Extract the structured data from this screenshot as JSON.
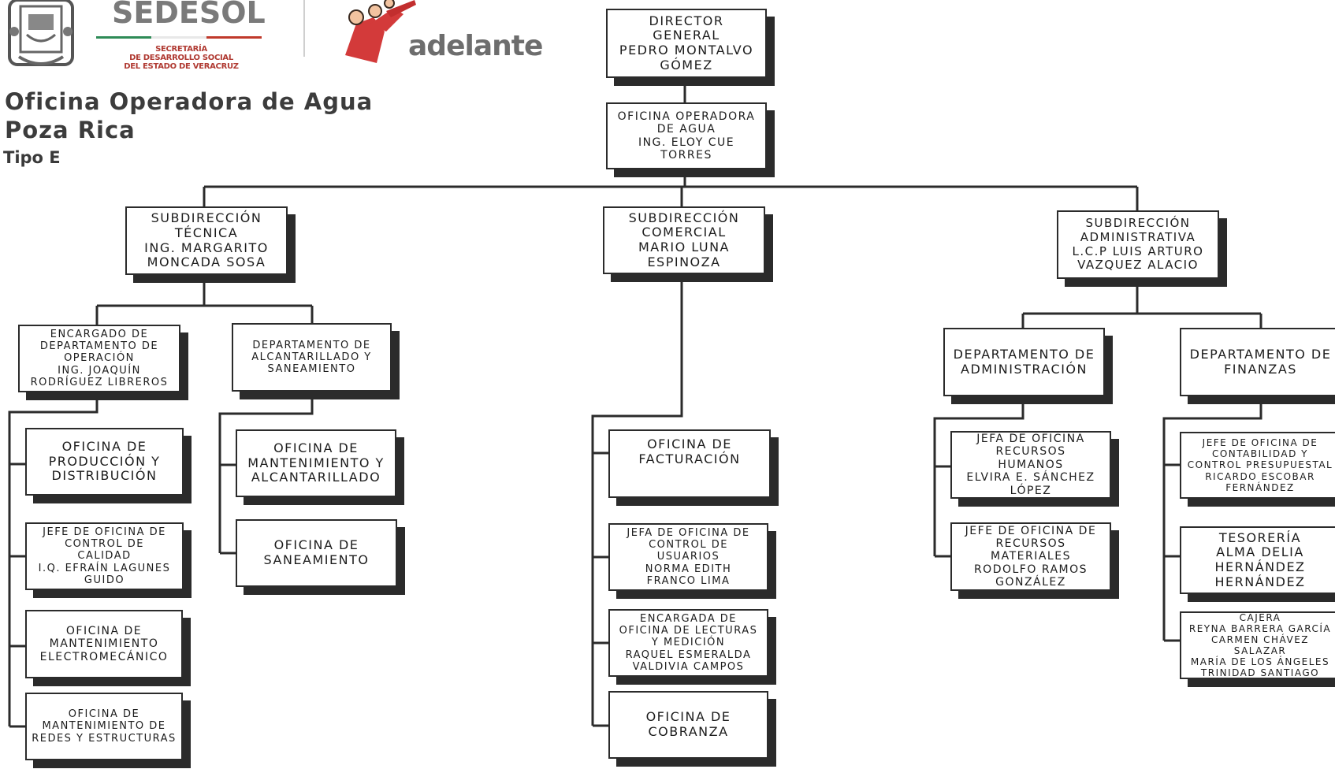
{
  "header": {
    "title_line1": "Oficina Operadora de Agua",
    "title_line2": "Poza Rica",
    "title_line3": "Tipo E",
    "logos": {
      "seal_icon": "veracruz-state-seal-icon",
      "sedesol": "SEDESOL",
      "sedesol_subtitle": "SECRETARÍA\nDE DESARROLLO SOCIAL\nDEL ESTADO DE VERACRUZ",
      "adelante": "adelante",
      "adelante_icon": "adelante-figures-icon"
    }
  },
  "colors": {
    "line": "#2b2b2b",
    "shadow": "#2b2b2b",
    "title": "#3c3c3c",
    "sedesol_red": "#c0392b",
    "adelante_red": "#d33a3a",
    "green": "#2e8b57"
  },
  "org": {
    "director": "DIRECTOR\nGENERAL\nPEDRO MONTALVO\nGÓMEZ",
    "oficina_operadora": "OFICINA OPERADORA\nDE AGUA\nING. ELOY CUE\nTORRES",
    "sub_tecnica": "SUBDIRECCIÓN\nTÉCNICA\nING. MARGARITO\nMONCADA SOSA",
    "sub_comercial": "SUBDIRECCIÓN\nCOMERCIAL\nMARIO LUNA\nESPINOZA",
    "sub_administrativa": "SUBDIRECCIÓN\nADMINISTRATIVA\nL.C.P LUIS ARTURO\nVAZQUEZ ALACIO",
    "enc_operacion": "ENCARGADO DE\nDEPARTAMENTO DE\nOPERACIÓN\nING. JOAQUÍN\nRODRÍGUEZ LIBREROS",
    "dep_alcantarillado": "DEPARTAMENTO DE\nALCANTARILLADO Y\nSANEAMIENTO",
    "of_produccion": "OFICINA DE\nPRODUCCIÓN Y\nDISTRIBUCIÓN",
    "jefe_calidad": "JEFE DE OFICINA DE\nCONTROL DE\nCALIDAD\nI.Q. EFRAÍN LAGUNES\nGUIDO",
    "of_electromecanico": "OFICINA DE\nMANTENIMIENTO\nELECTROMECÁNICO",
    "of_redes": "OFICINA DE\nMANTENIMIENTO DE\nREDES Y ESTRUCTURAS",
    "of_mant_alcantarillado": "OFICINA DE\nMANTENIMIENTO Y\nALCANTARILLADO",
    "of_saneamiento": "OFICINA DE\nSANEAMIENTO",
    "of_facturacion": "OFICINA DE\nFACTURACIÓN",
    "jefa_usuarios": "JEFA DE OFICINA DE\nCONTROL DE\nUSUARIOS\nNORMA EDITH\nFRANCO LIMA",
    "enc_lecturas": "ENCARGADA DE\nOFICINA DE LECTURAS\nY MEDICIÓN\nRAQUEL ESMERALDA\nVALDIVIA CAMPOS",
    "of_cobranza": "OFICINA DE\nCOBRANZA",
    "dep_administracion": "DEPARTAMENTO DE\nADMINISTRACIÓN",
    "dep_finanzas": "DEPARTAMENTO DE\nFINANZAS",
    "jefa_rh": "JEFA DE OFICINA\nRECURSOS\nHUMANOS\nELVIRA E. SÁNCHEZ\nLÓPEZ",
    "jefe_rm": "JEFE DE OFICINA DE\nRECURSOS\nMATERIALES\nRODOLFO RAMOS\nGONZÁLEZ",
    "jefe_contabilidad": "JEFE DE OFICINA DE\nCONTABILIDAD Y\nCONTROL PRESUPUESTAL\nRICARDO ESCOBAR\nFERNÁNDEZ",
    "tesoreria": "TESORERÍA\nALMA DELIA\nHERNÁNDEZ\nHERNÁNDEZ",
    "cajera": "CAJERA\nREYNA BARRERA GARCÍA\nCARMEN CHÁVEZ\nSALAZAR\nMARÍA DE LOS ÁNGELES\nTRINIDAD SANTIAGO"
  }
}
